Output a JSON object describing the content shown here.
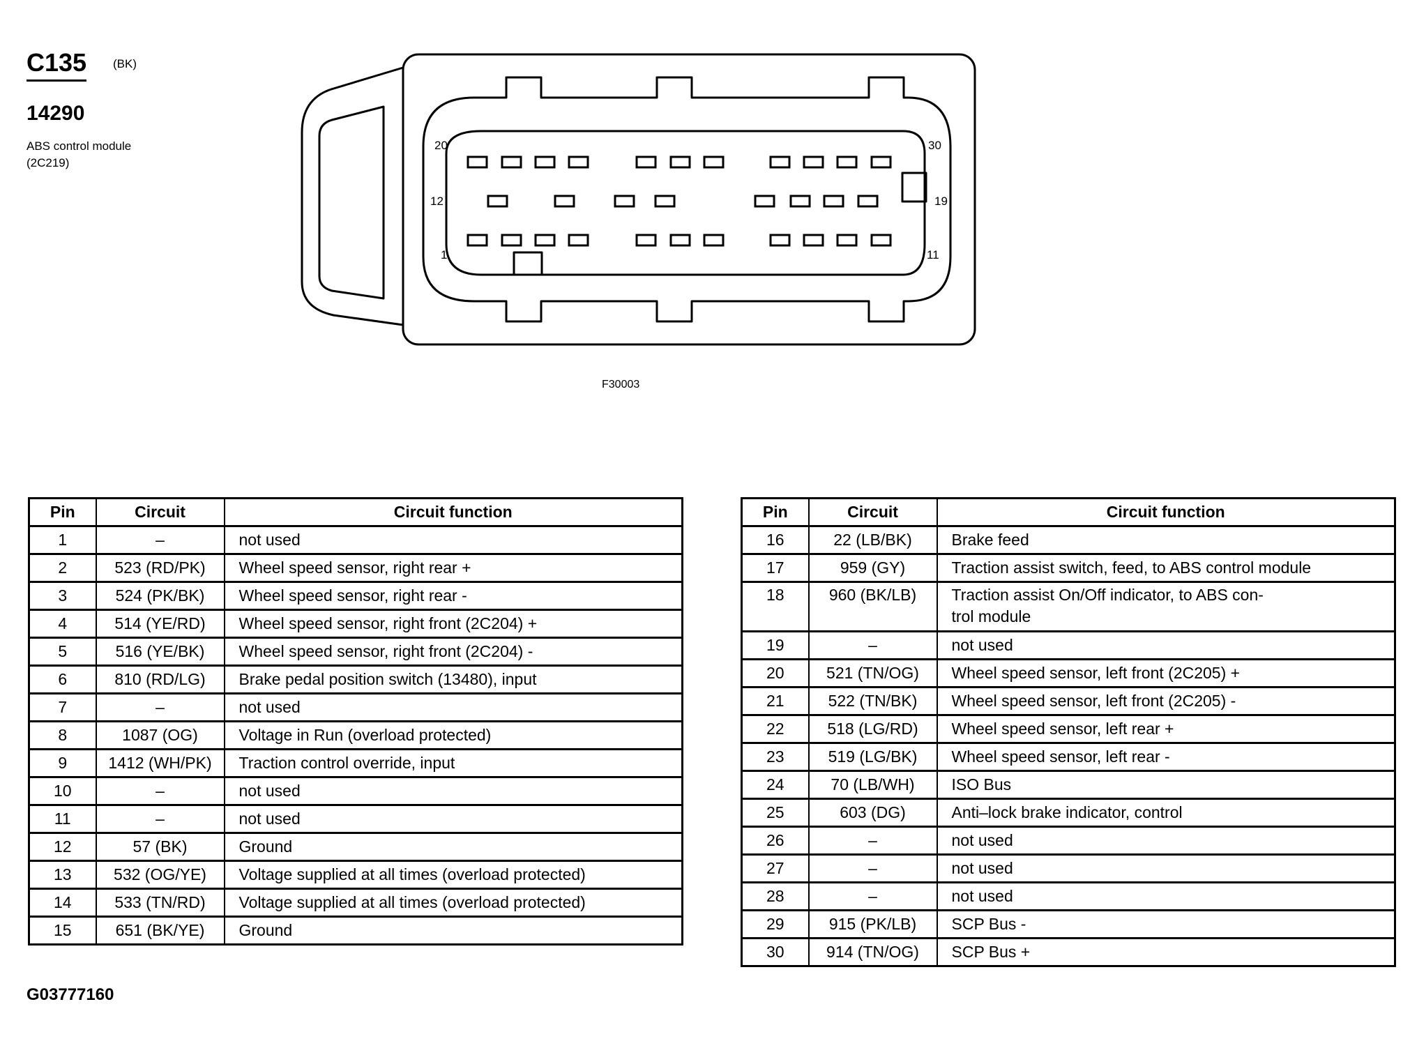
{
  "header": {
    "connector_id": "C135",
    "connector_color": "(BK)",
    "part_number": "14290",
    "module_name_line1": "ABS control module",
    "module_name_line2": "(2C219)"
  },
  "figure_code": "F30003",
  "drawing_code": "G03777160",
  "connector": {
    "pin_labels": {
      "p20": "20",
      "p30": "30",
      "p12": "12",
      "p19": "19",
      "p1": "1",
      "p11": "11"
    }
  },
  "table_headers": {
    "pin": "Pin",
    "circuit": "Circuit",
    "function": "Circuit function"
  },
  "pins_left": [
    {
      "pin": "1",
      "circuit": "–",
      "function": "not used"
    },
    {
      "pin": "2",
      "circuit": "523 (RD/PK)",
      "function": "Wheel speed sensor, right rear +"
    },
    {
      "pin": "3",
      "circuit": "524 (PK/BK)",
      "function": "Wheel speed sensor, right rear -"
    },
    {
      "pin": "4",
      "circuit": "514 (YE/RD)",
      "function": "Wheel speed sensor, right front (2C204) +"
    },
    {
      "pin": "5",
      "circuit": "516 (YE/BK)",
      "function": "Wheel speed sensor, right front (2C204) -"
    },
    {
      "pin": "6",
      "circuit": "810 (RD/LG)",
      "function": "Brake pedal position switch (13480), input"
    },
    {
      "pin": "7",
      "circuit": "–",
      "function": "not used"
    },
    {
      "pin": "8",
      "circuit": "1087 (OG)",
      "function": "Voltage in Run (overload protected)"
    },
    {
      "pin": "9",
      "circuit": "1412 (WH/PK)",
      "function": "Traction control override, input"
    },
    {
      "pin": "10",
      "circuit": "–",
      "function": "not used"
    },
    {
      "pin": "11",
      "circuit": "–",
      "function": "not used"
    },
    {
      "pin": "12",
      "circuit": "57 (BK)",
      "function": "Ground"
    },
    {
      "pin": "13",
      "circuit": "532 (OG/YE)",
      "function": "Voltage supplied at all times (overload protected)"
    },
    {
      "pin": "14",
      "circuit": "533 (TN/RD)",
      "function": "Voltage supplied at all times (overload protected)"
    },
    {
      "pin": "15",
      "circuit": "651 (BK/YE)",
      "function": "Ground"
    }
  ],
  "pins_right": [
    {
      "pin": "16",
      "circuit": "22 (LB/BK)",
      "function": "Brake feed"
    },
    {
      "pin": "17",
      "circuit": "959 (GY)",
      "function": "Traction assist switch, feed, to ABS control module"
    },
    {
      "pin": "18",
      "circuit": "960 (BK/LB)",
      "function": "Traction assist On/Off indicator, to ABS con-",
      "function_line2": "trol module"
    },
    {
      "pin": "19",
      "circuit": "–",
      "function": "not used"
    },
    {
      "pin": "20",
      "circuit": "521 (TN/OG)",
      "function": "Wheel speed sensor, left front (2C205) +"
    },
    {
      "pin": "21",
      "circuit": "522 (TN/BK)",
      "function": "Wheel speed sensor, left front (2C205) -"
    },
    {
      "pin": "22",
      "circuit": "518 (LG/RD)",
      "function": "Wheel speed sensor, left rear +"
    },
    {
      "pin": "23",
      "circuit": "519 (LG/BK)",
      "function": "Wheel speed sensor, left rear -"
    },
    {
      "pin": "24",
      "circuit": "70 (LB/WH)",
      "function": "ISO Bus"
    },
    {
      "pin": "25",
      "circuit": "603 (DG)",
      "function": "Anti–lock brake indicator, control"
    },
    {
      "pin": "26",
      "circuit": "–",
      "function": "not used"
    },
    {
      "pin": "27",
      "circuit": "–",
      "function": "not used"
    },
    {
      "pin": "28",
      "circuit": "–",
      "function": "not used"
    },
    {
      "pin": "29",
      "circuit": "915 (PK/LB)",
      "function": "SCP Bus -"
    },
    {
      "pin": "30",
      "circuit": "914 (TN/OG)",
      "function": "SCP Bus +"
    }
  ]
}
